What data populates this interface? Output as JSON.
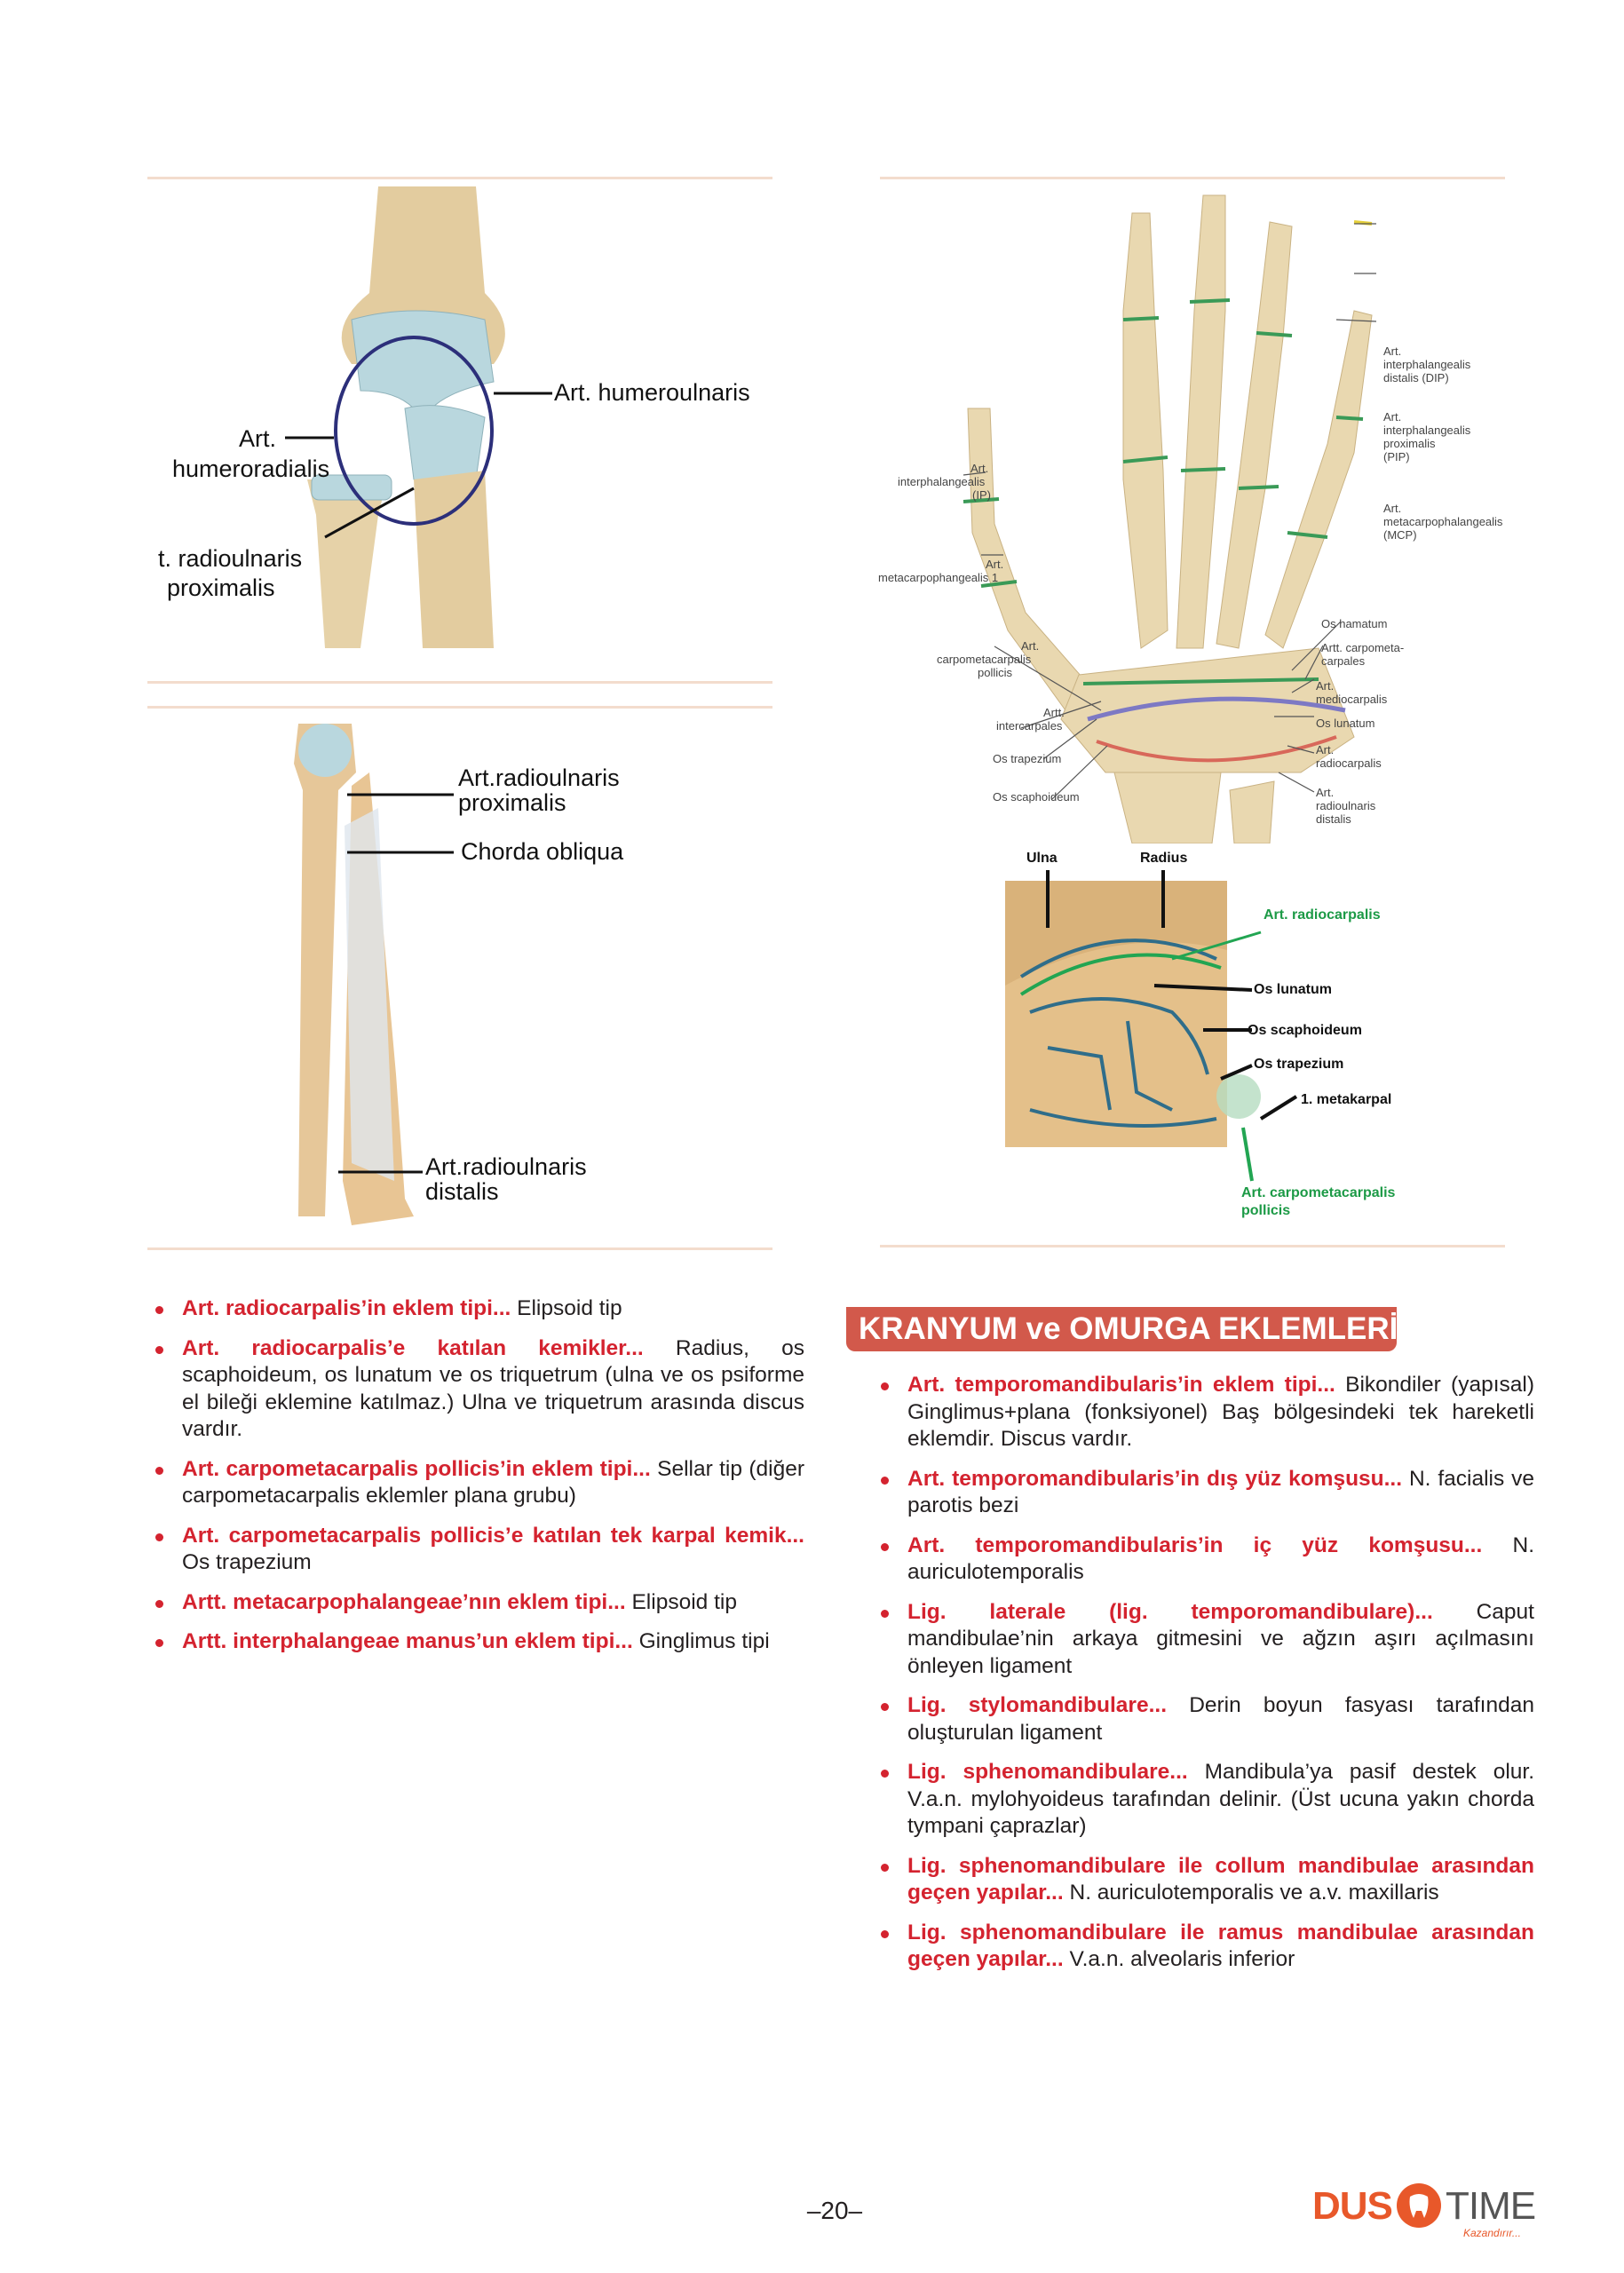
{
  "figures": {
    "elbow": {
      "art_humeroulnaris": "Art. humeroulnaris",
      "art_humeroradialis_1": "Art.",
      "art_humeroradialis_2": "humeroradialis",
      "art_radioulnaris_prox_1": "t. radioulnaris",
      "art_radioulnaris_prox_2": "proximalis"
    },
    "forearm": {
      "prox_1": "Art.radioulnaris",
      "prox_2": "proximalis",
      "chorda": "Chorda obliqua",
      "dist_1": "Art.radioulnaris",
      "dist_2": "distalis"
    },
    "hand": {
      "dip_1": "Art.",
      "dip_2": "interphalangealis",
      "dip_3": "distalis (DIP)",
      "pip_1": "Art.",
      "pip_2": "interphalangealis",
      "pip_3": "proximalis",
      "pip_4": "(PIP)",
      "mcp_1": "Art.",
      "mcp_2": "metacarpophalangealis",
      "mcp_3": "(MCP)",
      "ip_1": "Art.",
      "ip_2": "interphalangealis",
      "ip_3": "(IP)",
      "mcp1_1": "Art.",
      "mcp1_2": "metacarpophangealis 1",
      "hamatum": "Os hamatum",
      "cmc_1": "Artt. carpometa-",
      "cmc_2": "carpales",
      "cmcp_1": "Art.",
      "cmcp_2": "carpometacarpalis",
      "cmcp_3": "pollicis",
      "medio_1": "Art.",
      "medio_2": "mediocarpalis",
      "inter_1": "Artt.",
      "inter_2": "intercarpales",
      "lunatum": "Os lunatum",
      "trapezium": "Os trapezium",
      "radiocarp_1": "Art.",
      "radiocarp_2": "radiocarpalis",
      "scaphoideum": "Os scaphoideum",
      "rud_1": "Art.",
      "rud_2": "radioulnaris",
      "rud_3": "distalis"
    },
    "wrist_section": {
      "ulna": "Ulna",
      "radius": "Radius",
      "art_radiocarpalis": "Art. radiocarpalis",
      "os_lunatum": "Os lunatum",
      "os_scaphoideum": "Os scaphoideum",
      "os_trapezium": "Os trapezium",
      "metakarpal": "1. metakarpal",
      "cmc_pollicis_1": "Art. carpometacarpalis",
      "cmc_pollicis_2": "pollicis"
    }
  },
  "left_bullets": [
    {
      "key": "Art. radiocarpalis’in eklem tipi...",
      "text": " Elipsoid tip"
    },
    {
      "key": "Art. radiocarpalis’e katılan kemikler...",
      "text": " Radius, os scaphoideum, os lunatum ve os triquetrum (ulna ve os psiforme el bileği eklemine katılmaz.) Ulna ve triquetrum arasında discus vardır."
    },
    {
      "key": "Art. carpometacarpalis pollicis’in eklem tipi...",
      "text": " Sellar tip (diğer carpometacarpalis eklemler plana grubu)"
    },
    {
      "key": "Art. carpometacarpalis pollicis’e katılan tek karpal kemik...",
      "text": " Os trapezium"
    },
    {
      "key": "Artt. metacarpophalangeae’nın eklem tipi...",
      "text": " Elipsoid tip"
    },
    {
      "key": "Artt. interphalangeae manus’un eklem tipi...",
      "text": " Ginglimus tipi"
    }
  ],
  "section_title": "KRANYUM ve OMURGA EKLEMLERİ",
  "right_bullets": [
    {
      "key": "Art. temporomandibularis’in eklem tipi...",
      "text": " Bikondiler (yapısal) Ginglimus+plana (fonksiyonel) Baş bölgesindeki tek hareketli eklemdir. Discus vardır."
    },
    {
      "key": "Art. temporomandibularis’in dış yüz komşusu...",
      "text": " N. facialis ve parotis bezi"
    },
    {
      "key": "Art. temporomandibularis’in iç yüz komşusu...",
      "text": " N. auriculotemporalis"
    },
    {
      "key": "Lig. laterale (lig. temporomandibulare)...",
      "text": " Caput mandibulae’nin arkaya gitmesini ve ağzın aşırı açılmasını önleyen ligament"
    },
    {
      "key": "Lig. stylomandibulare...",
      "text": " Derin boyun fasyası tarafından oluşturulan ligament"
    },
    {
      "key": "Lig. sphenomandibulare...",
      "text": " Mandibula’ya pasif destek olur. V.a.n. mylohyoideus tarafından delinir. (Üst ucuna yakın chorda tympani çaprazlar)"
    },
    {
      "key": "Lig. sphenomandibulare ile collum mandibulae arasından geçen yapılar...",
      "text": " N. auriculotemporalis ve a.v. maxillaris"
    },
    {
      "key": "Lig. sphenomandibulare ile ramus mandibulae arasından geçen yapılar...",
      "text": " V.a.n. alveolaris inferior"
    }
  ],
  "page_number": "–20–",
  "logo": {
    "text_1": "DUS",
    "text_2": "TIME",
    "tagline": "Kazandırır..."
  },
  "colors": {
    "accent_red": "#d4232f",
    "header_bg": "#d2594b",
    "rule": "#f3dccd",
    "bone": "#e6d2a8",
    "cartilage": "#b9d7de"
  }
}
